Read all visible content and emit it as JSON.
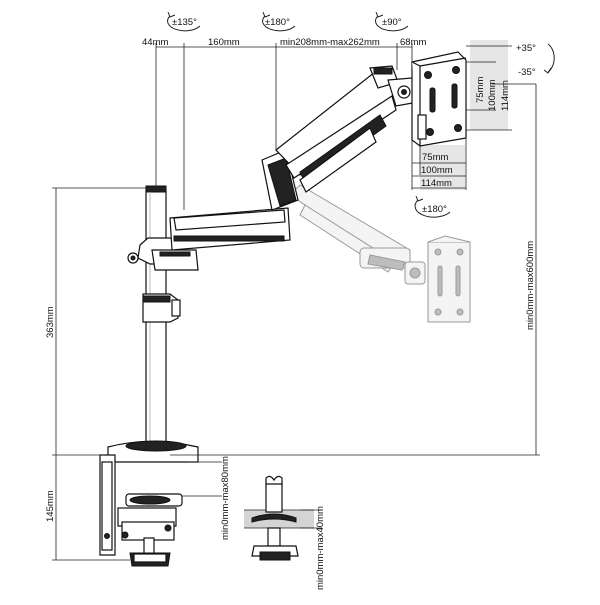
{
  "rotation": {
    "base": "±135°",
    "middle": "±180°",
    "tilt_head": "±90°",
    "vesa_plate": "±180°",
    "tilt_up": "+35°",
    "tilt_down": "-35°"
  },
  "dimensions": {
    "offset": "44mm",
    "lower_arm": "160mm",
    "upper_arm": "min208mm-max262mm",
    "head": "68mm",
    "pole_height": "363mm",
    "clamp_height": "145mm",
    "clamp_range": "min0mm-max80mm",
    "grommet_range": "min0mm-max40mm",
    "height_range": "min0mm-max600mm"
  },
  "vesa": {
    "h_small": "75mm",
    "h_medium": "100mm",
    "h_large": "114mm",
    "v_small": "75mm",
    "v_medium": "100mm",
    "v_large": "114mm"
  }
}
